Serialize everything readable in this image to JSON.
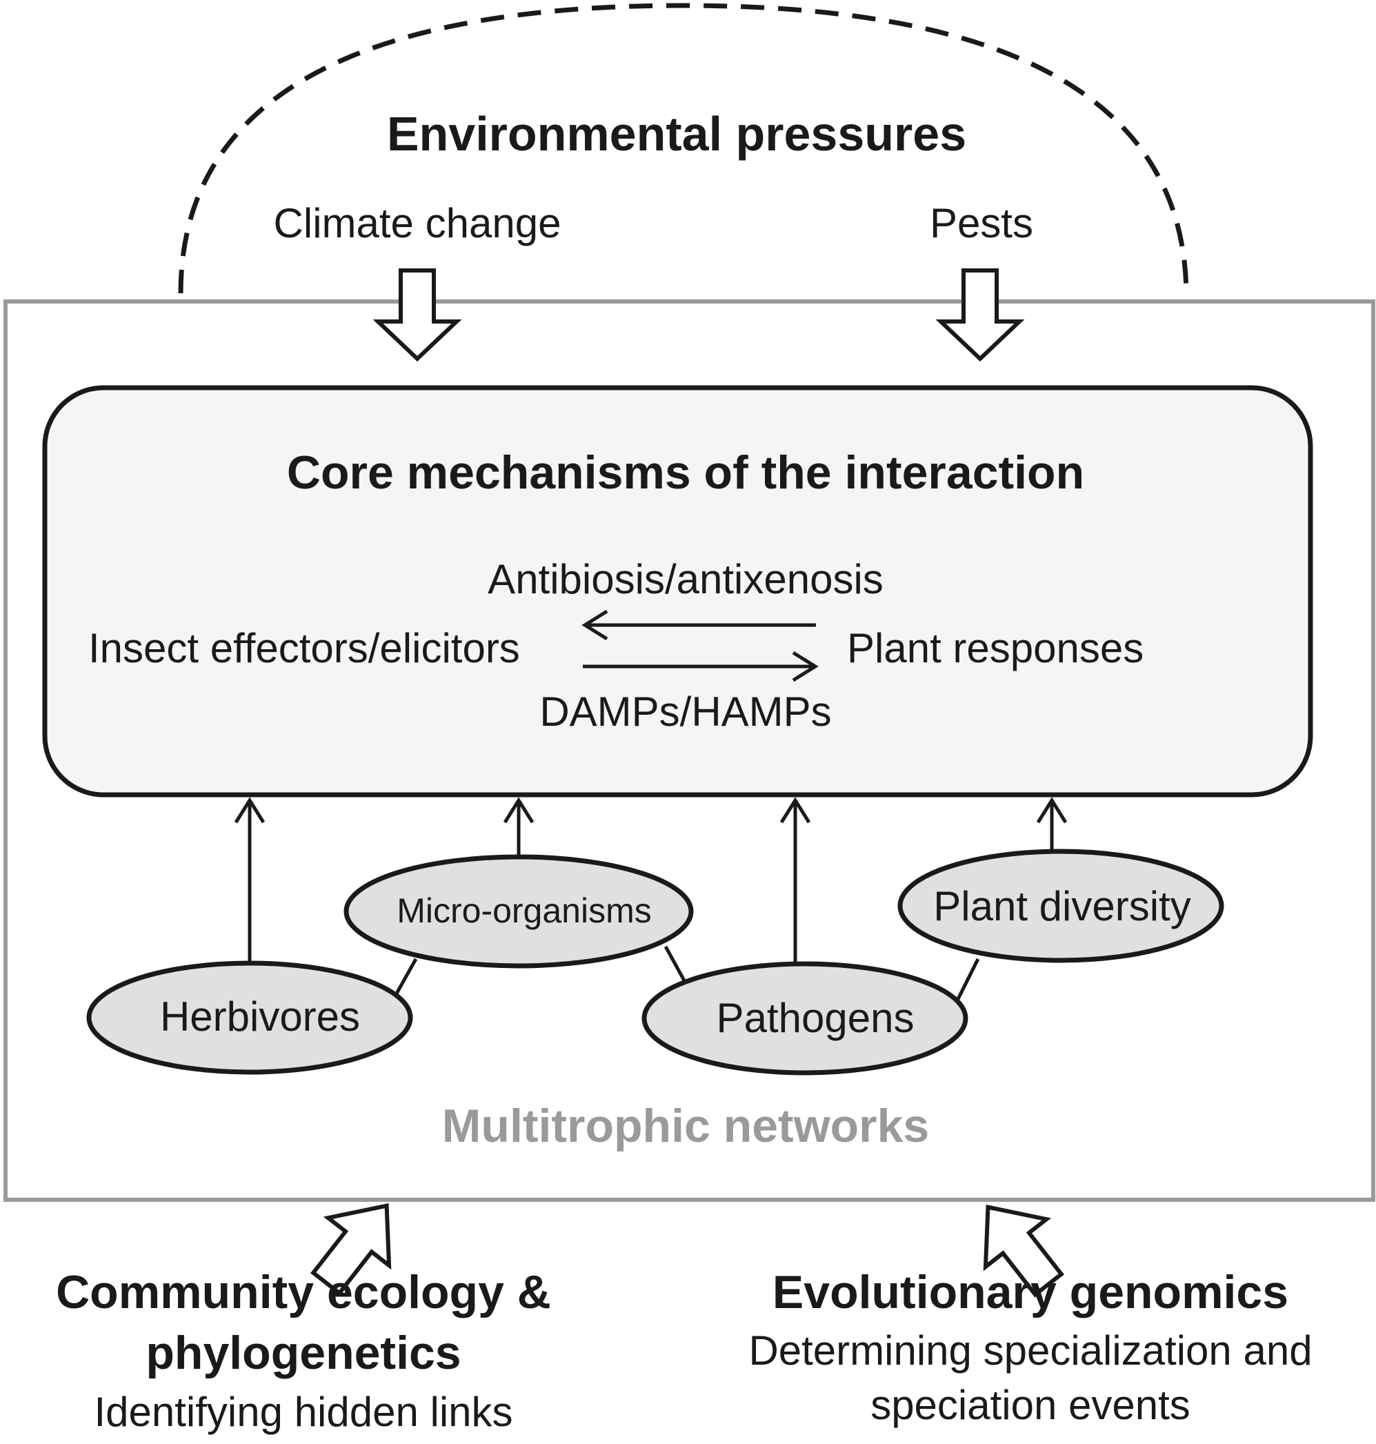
{
  "top": {
    "title": "Environmental pressures",
    "left_label": "Climate change",
    "right_label": "Pests"
  },
  "core": {
    "title": "Core mechanisms of the interaction",
    "top_label": "Antibiosis/antixenosis",
    "left_label": "Insect effectors/elicitors",
    "right_label": "Plant responses",
    "bottom_label": "DAMPs/HAMPs"
  },
  "network": {
    "nodes": {
      "herbivores": "Herbivores",
      "microorganisms": "Micro-organisms",
      "pathogens": "Pathogens",
      "plant_diversity": "Plant diversity"
    },
    "label": "Multitrophic networks"
  },
  "bottom_left": {
    "title_line1": "Community ecology &",
    "title_line2": "phylogenetics",
    "subtitle": "Identifying hidden links"
  },
  "bottom_right": {
    "title": "Evolutionary genomics",
    "subtitle_line1": "Determining specialization and",
    "subtitle_line2": "speciation events"
  },
  "colors": {
    "outer_frame": "#9a9a9a",
    "core_fill": "#f5f5f5",
    "node_fill": "#e0e0e0",
    "network_label": "#9a9a9a",
    "ink": "#1a1a1a"
  }
}
